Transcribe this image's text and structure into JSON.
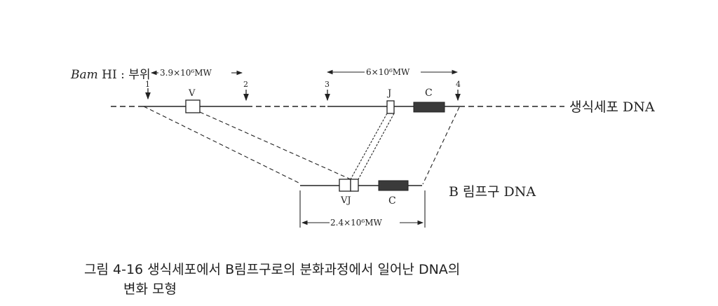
{
  "labels": {
    "bam_prefix": "Bam",
    "bam_suffix": "HI : 부위",
    "site1": "1",
    "site2": "2",
    "site3": "3",
    "site4": "4",
    "dist_top_left": "3.9×10⁶MW",
    "dist_top_right": "6×10⁶MW",
    "v": "V",
    "j": "J",
    "c_top": "C",
    "germ_dna": "생식세포 DNA",
    "vj": "VJ",
    "c_bottom": "C",
    "b_dna": "B 림프구 DNA",
    "dist_bottom": "2.4×10⁶MW"
  },
  "caption": {
    "line1": "그림 4-16  생식세포에서 B림프구로의 분화과정에서 일어난 DNA의",
    "line2": "변화 모형"
  },
  "colors": {
    "ink": "#222222",
    "segment_c": "#3a3a3a"
  }
}
